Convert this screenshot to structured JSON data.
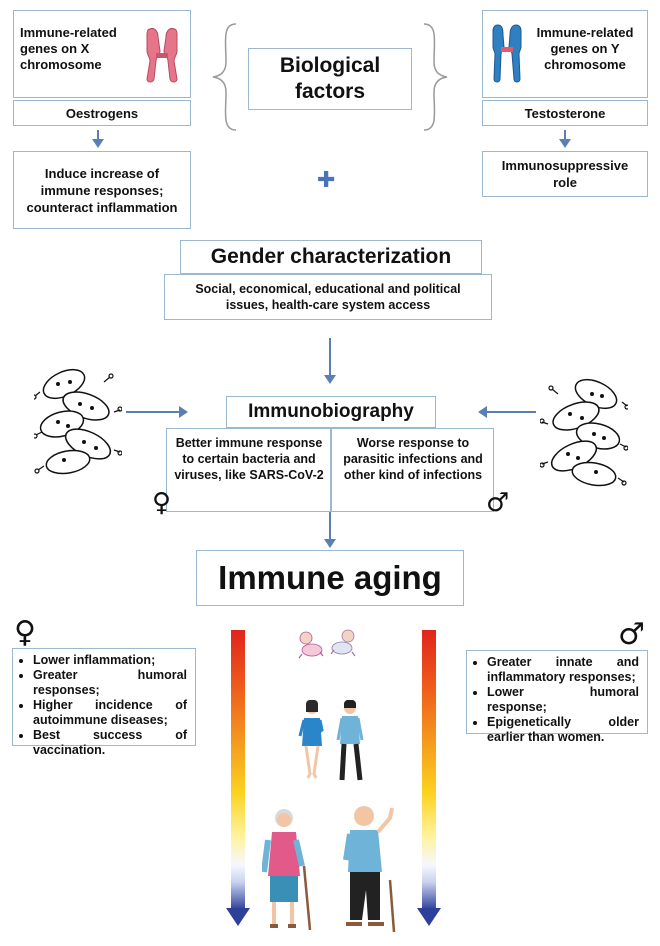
{
  "biological": {
    "x_genes": "Immune-related genes on X chromosome",
    "y_genes": "Immune-related genes on Y chromosome",
    "title": "Biological factors",
    "oestrogens": "Oestrogens",
    "testosterone": "Testosterone",
    "oestrogen_effect": "Induce increase of immune responses; counteract inflammation",
    "testosterone_effect": "Immunosuppressive role",
    "plus": "✚"
  },
  "gender": {
    "title": "Gender characterization",
    "description": "Social, economical, educational and political issues, health-care system access"
  },
  "immunobiography": {
    "title": "Immunobiography",
    "female_text": "Better immune response to certain bacteria and viruses, like SARS-CoV-2",
    "male_text": "Worse response to parasitic infections and other kind of infections",
    "female_symbol": "♀",
    "male_symbol": "♂"
  },
  "aging": {
    "title": "Immune aging",
    "female_symbol": "♀",
    "male_symbol": "♂",
    "female_items": [
      "Lower inflammation;",
      "Greater humoral responses;",
      "Higher incidence of autoimmune diseases;",
      "Best success of vaccination."
    ],
    "male_items": [
      "Greater innate and inflammatory responses;",
      "Lower humoral response;",
      "Epigenetically older earlier than women."
    ]
  },
  "colors": {
    "box_border": "#9ab8cf",
    "arrow": "#5b7fb3",
    "x_chromosome": "#e7758a",
    "y_chromosome": "#2f7fc1"
  }
}
